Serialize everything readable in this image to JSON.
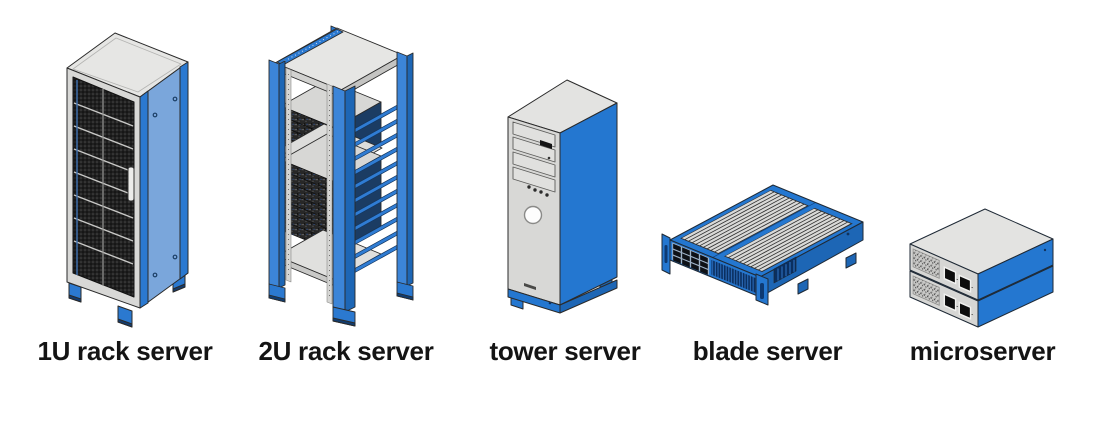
{
  "page": {
    "background": "#ffffff"
  },
  "palette": {
    "blue_primary": "#2477d0",
    "blue_light": "#7aa6db",
    "blue_mid": "#3c85d8",
    "blue_dark": "#1d66b5",
    "blue_navy": "#0a2f60",
    "gray_top": "#e6e6e4",
    "gray_panel": "#d8d8d6",
    "mesh_dark": "#202020",
    "outline": "#2a2a2a",
    "label_text": "#141414"
  },
  "figures": [
    {
      "id": "1u-rack-server",
      "label": "1U rack server"
    },
    {
      "id": "2u-rack-server",
      "label": "2U rack server"
    },
    {
      "id": "tower-server",
      "label": "tower server"
    },
    {
      "id": "blade-server",
      "label": "blade server"
    },
    {
      "id": "microserver",
      "label": "microserver"
    }
  ]
}
